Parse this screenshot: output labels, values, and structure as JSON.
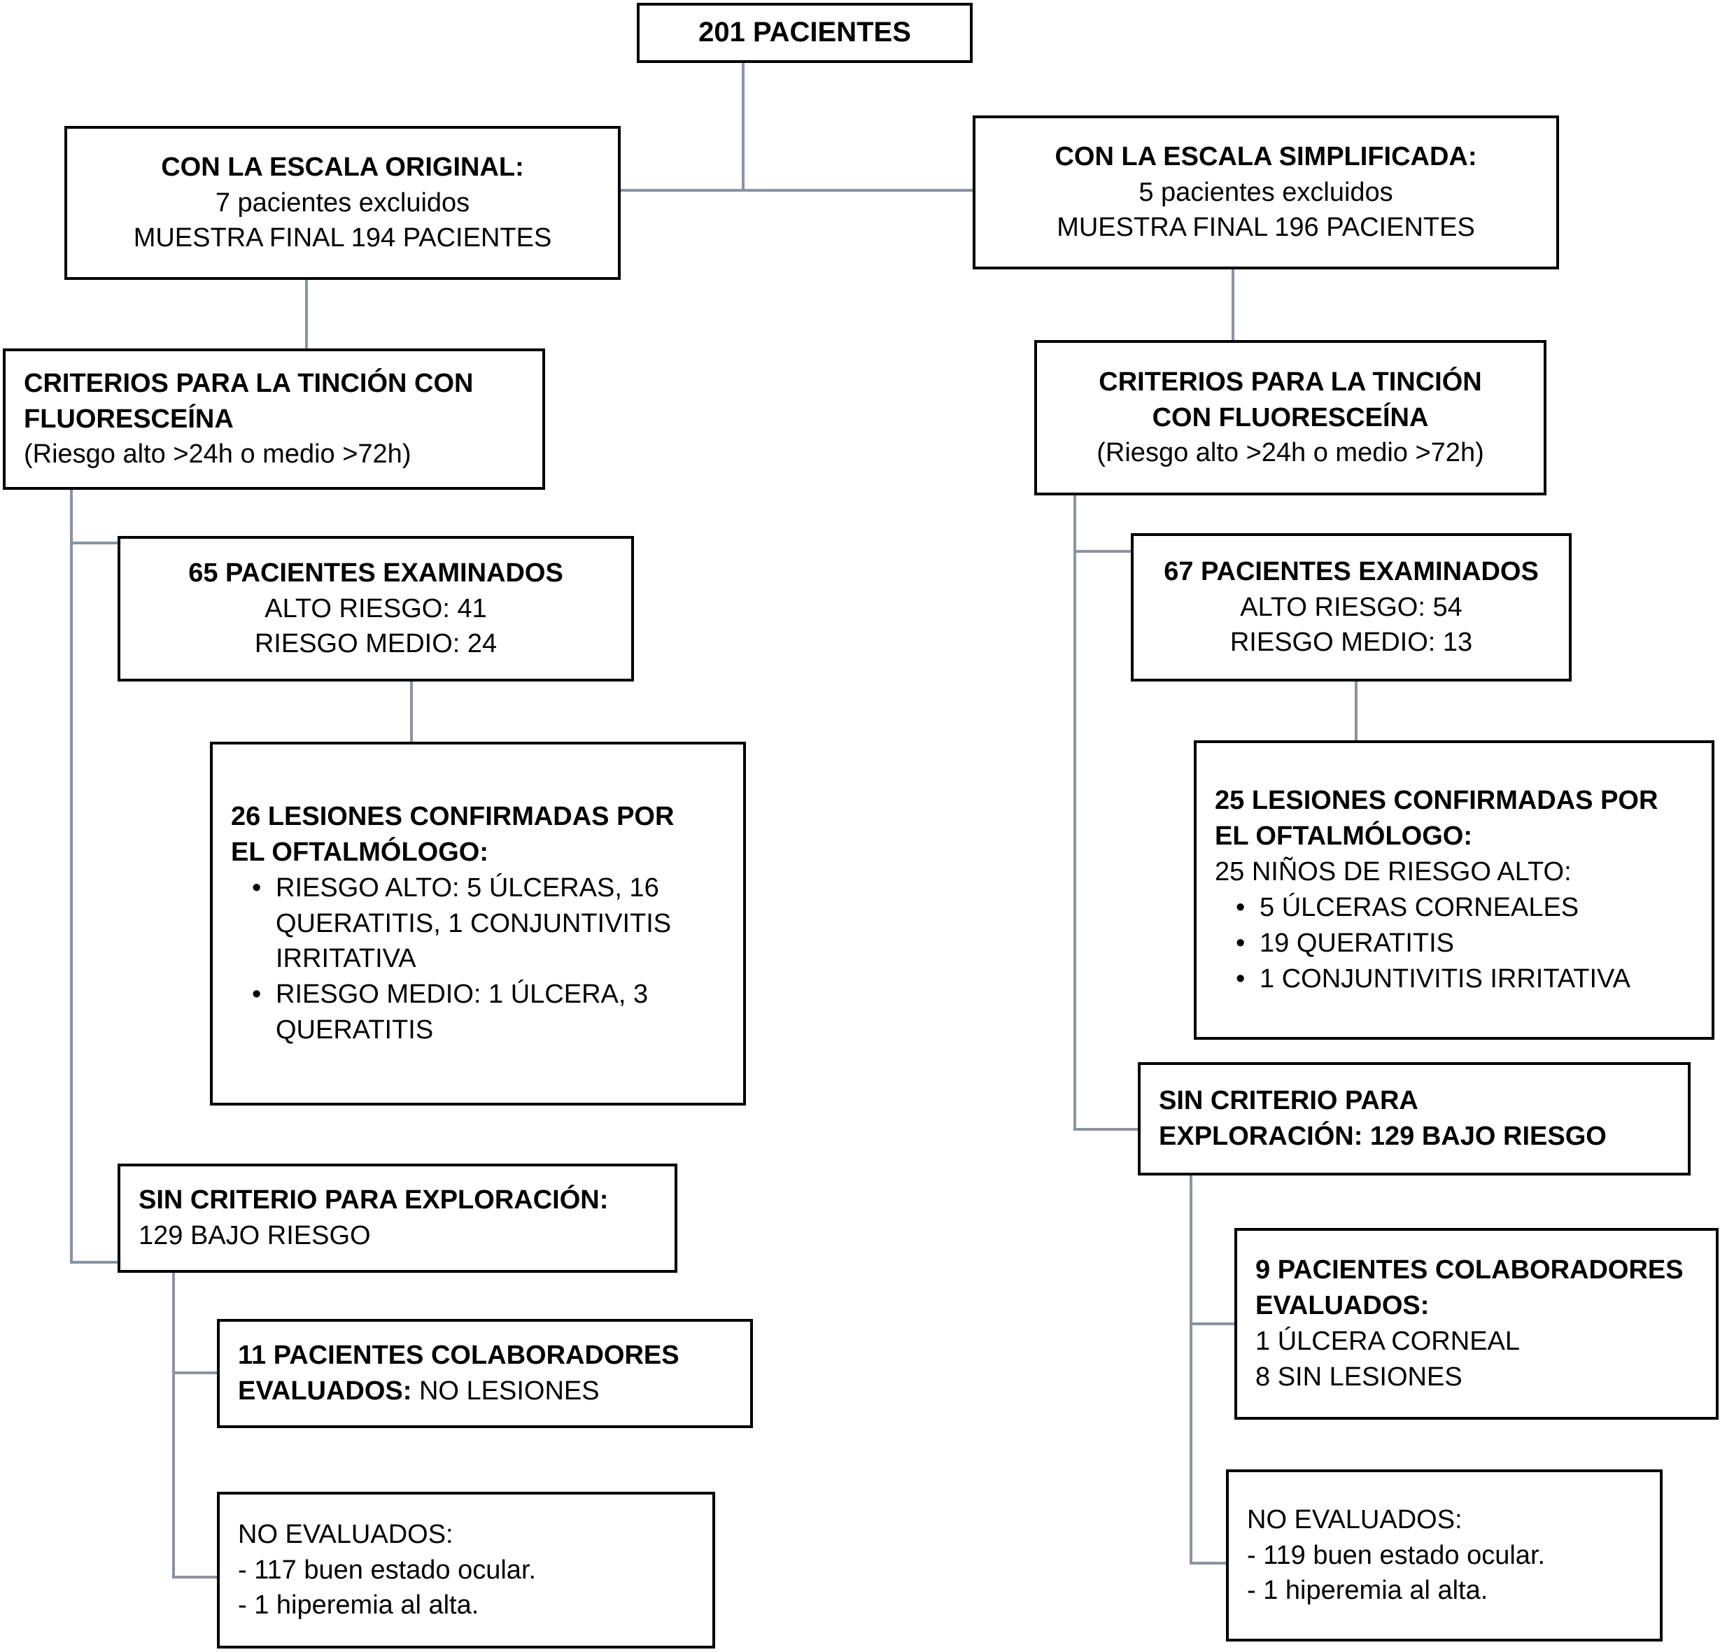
{
  "chart_data": {
    "type": "flowchart",
    "title": "201 PACIENTES",
    "branches": [
      "CON LA ESCALA ORIGINAL",
      "CON LA ESCALA SIMPLIFICADA"
    ],
    "total_patients": 201,
    "original_scale": {
      "excluded": 7,
      "final_sample": 194,
      "examined": 65,
      "high_risk": 41,
      "medium_risk": 24,
      "confirmed_lesions": 26,
      "no_criteria_low_risk": 129,
      "collaborators_evaluated": 11,
      "not_evaluated_good_ocular": 117,
      "not_evaluated_hyperemia": 1
    },
    "simplified_scale": {
      "excluded": 5,
      "final_sample": 196,
      "examined": 67,
      "high_risk": 54,
      "medium_risk": 13,
      "confirmed_lesions": 25,
      "no_criteria_low_risk": 129,
      "collaborators_evaluated": 9,
      "corneal_ulcer": 1,
      "no_lesions": 8,
      "not_evaluated_good_ocular": 119,
      "not_evaluated_hyperemia": 1
    }
  },
  "root": {
    "title": "201 PACIENTES"
  },
  "left": {
    "scale": {
      "line1": "CON LA ESCALA ORIGINAL:",
      "line2": "7 pacientes excluidos",
      "line3": "MUESTRA FINAL 194 PACIENTES"
    },
    "criteria": {
      "line1": "CRITERIOS PARA LA TINCIÓN CON",
      "line2": "FLUORESCEÍNA",
      "line3": "(Riesgo alto >24h o medio >72h)"
    },
    "examined": {
      "line1": "65 PACIENTES EXAMINADOS",
      "line2": "ALTO RIESGO: 41",
      "line3": "RIESGO MEDIO: 24"
    },
    "lesions": {
      "line1": "26 LESIONES CONFIRMADAS POR",
      "line2": "EL OFTALMÓLOGO:",
      "bullet1": "RIESGO ALTO: 5 ÚLCERAS, 16 QUERATITIS, 1 CONJUNTIVITIS IRRITATIVA",
      "bullet2": "RIESGO MEDIO: 1 ÚLCERA, 3 QUERATITIS"
    },
    "no_criteria": {
      "line1": "SIN CRITERIO PARA EXPLORACIÓN:",
      "line2": "129 BAJO RIESGO"
    },
    "collaborators": {
      "bold": "11 PACIENTES COLABORADORES EVALUADOS:",
      "rest": " NO LESIONES"
    },
    "not_evaluated": {
      "line1": "NO EVALUADOS:",
      "line2": "- 117 buen estado ocular.",
      "line3": "- 1 hiperemia al alta."
    }
  },
  "right": {
    "scale": {
      "line1": "CON LA ESCALA SIMPLIFICADA:",
      "line2": "5 pacientes excluidos",
      "line3": "MUESTRA FINAL 196 PACIENTES"
    },
    "criteria": {
      "line1": "CRITERIOS PARA LA TINCIÓN",
      "line2": "CON FLUORESCEÍNA",
      "line3": "(Riesgo alto >24h o medio >72h)"
    },
    "examined": {
      "line1": "67 PACIENTES EXAMINADOS",
      "line2": "ALTO RIESGO: 54",
      "line3": "RIESGO MEDIO: 13"
    },
    "lesions": {
      "line1": "25 LESIONES CONFIRMADAS POR",
      "line2": "EL OFTALMÓLOGO:",
      "line3": "25 NIÑOS DE RIESGO ALTO:",
      "bullet1": "5 ÚLCERAS CORNEALES",
      "bullet2": "19 QUERATITIS",
      "bullet3": "1 CONJUNTIVITIS IRRITATIVA"
    },
    "no_criteria": {
      "line1": "SIN CRITERIO PARA",
      "line2": "EXPLORACIÓN: 129 BAJO RIESGO"
    },
    "collaborators": {
      "line1": "9 PACIENTES COLABORADORES",
      "line2": "EVALUADOS:",
      "line3": "1 ÚLCERA CORNEAL",
      "line4": "8 SIN LESIONES"
    },
    "not_evaluated": {
      "line1": "NO EVALUADOS:",
      "line2": "- 119 buen estado ocular.",
      "line3": "- 1 hiperemia al alta."
    }
  }
}
